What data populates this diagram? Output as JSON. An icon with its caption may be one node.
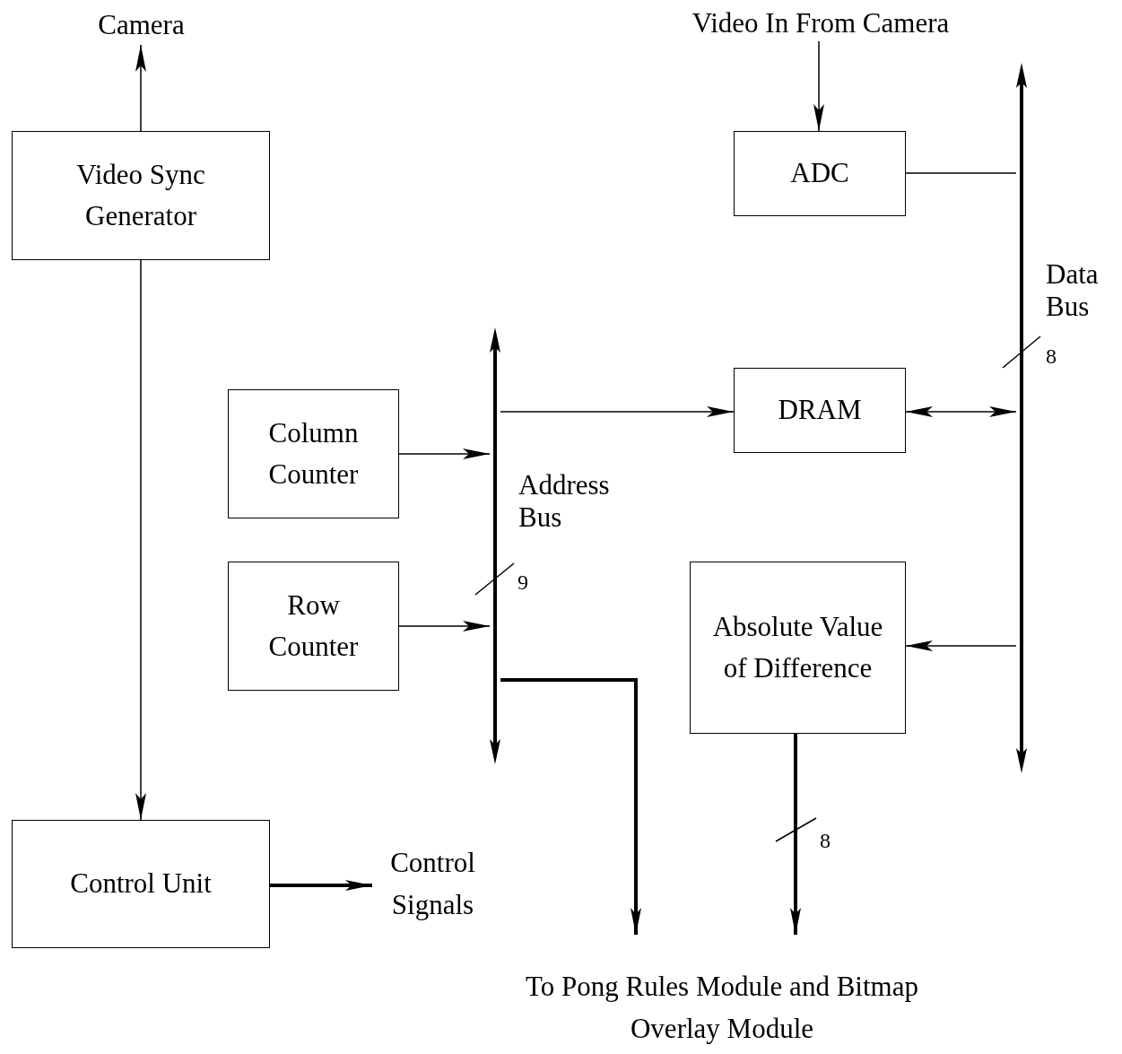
{
  "diagram": {
    "nodes": [
      {
        "text": [
          "Camera"
        ]
      },
      {
        "text": [
          "Video Sync Generator"
        ]
      },
      {
        "text": [
          "Video In From Camera"
        ]
      },
      {
        "text": [
          "ADC"
        ]
      },
      {
        "text": [],
        "shape": "bar",
        "beside": [
          "Data Bus",
          "8"
        ]
      },
      {
        "text": [
          "Column Counter"
        ]
      },
      {
        "text": [
          "Row Counter"
        ]
      },
      {
        "text": [],
        "shape": "bar",
        "beside": [
          "Address Bus",
          "9"
        ]
      },
      {
        "text": [
          "DRAM"
        ]
      },
      {
        "text": [
          "Absolute Value of Difference"
        ]
      },
      {
        "text": [
          "Control Unit"
        ]
      },
      {
        "text": [
          "Control Signals"
        ]
      },
      {
        "text": [
          "To Pong Rules Module and Bitmap Overlay Module"
        ]
      }
    ],
    "edges": [
      {
        "from": 1,
        "to": 0,
        "arrow": "to"
      },
      {
        "from": 2,
        "to": 3,
        "arrow": "to"
      },
      {
        "from": 3,
        "to": 4,
        "arrow": "none"
      },
      {
        "from": 1,
        "to": 10,
        "arrow": "to"
      },
      {
        "from": 5,
        "to": 7,
        "arrow": "to"
      },
      {
        "from": 6,
        "to": 7,
        "arrow": "to"
      },
      {
        "from": 7,
        "to": 8,
        "arrow": "to"
      },
      {
        "from": 8,
        "to": 4,
        "arrow": "both"
      },
      {
        "from": 4,
        "to": 9,
        "arrow": "to"
      },
      {
        "from": 10,
        "to": 11,
        "arrow": "to",
        "style": "thick"
      },
      {
        "from": 7,
        "to": 12,
        "arrow": "to",
        "style": "thick"
      },
      {
        "from": 9,
        "to": 12,
        "arrow": "to",
        "style": "thick"
      }
    ],
    "labels": [
      "8"
    ]
  }
}
